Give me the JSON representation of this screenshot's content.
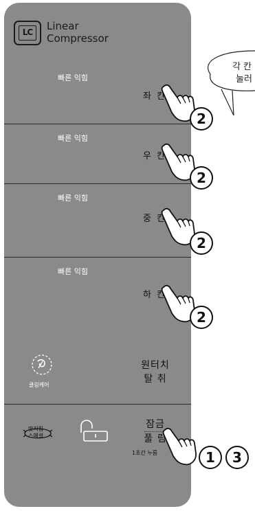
{
  "header": {
    "logo_text": "LC",
    "title_line1": "Linear",
    "title_line2": "Compressor"
  },
  "zones": [
    {
      "title": "빠른 익힘",
      "name": "좌 칸",
      "step": "2"
    },
    {
      "title": "빠른 익힘",
      "name": "우 칸",
      "step": "2"
    },
    {
      "title": "빠른 익힘",
      "name": "중 칸",
      "step": "2"
    },
    {
      "title": "빠른 익힘",
      "name": "하 칸",
      "step": "2"
    }
  ],
  "bubble": {
    "line1": "각 칸",
    "line2": "눌러"
  },
  "cooling": {
    "label": "쿨링케어",
    "one_touch_line1": "원터치",
    "one_touch_line2": "탈 취"
  },
  "bottom": {
    "special_line1": "맛지킴",
    "special_line2": "스페셜",
    "lock_line1": "잠금",
    "lock_line2": "풀 림",
    "hold_note": "1초간 누름",
    "step_a": "1",
    "step_b": "3"
  },
  "colors": {
    "panel": "#8a8a8a",
    "text_dark": "#111111"
  }
}
